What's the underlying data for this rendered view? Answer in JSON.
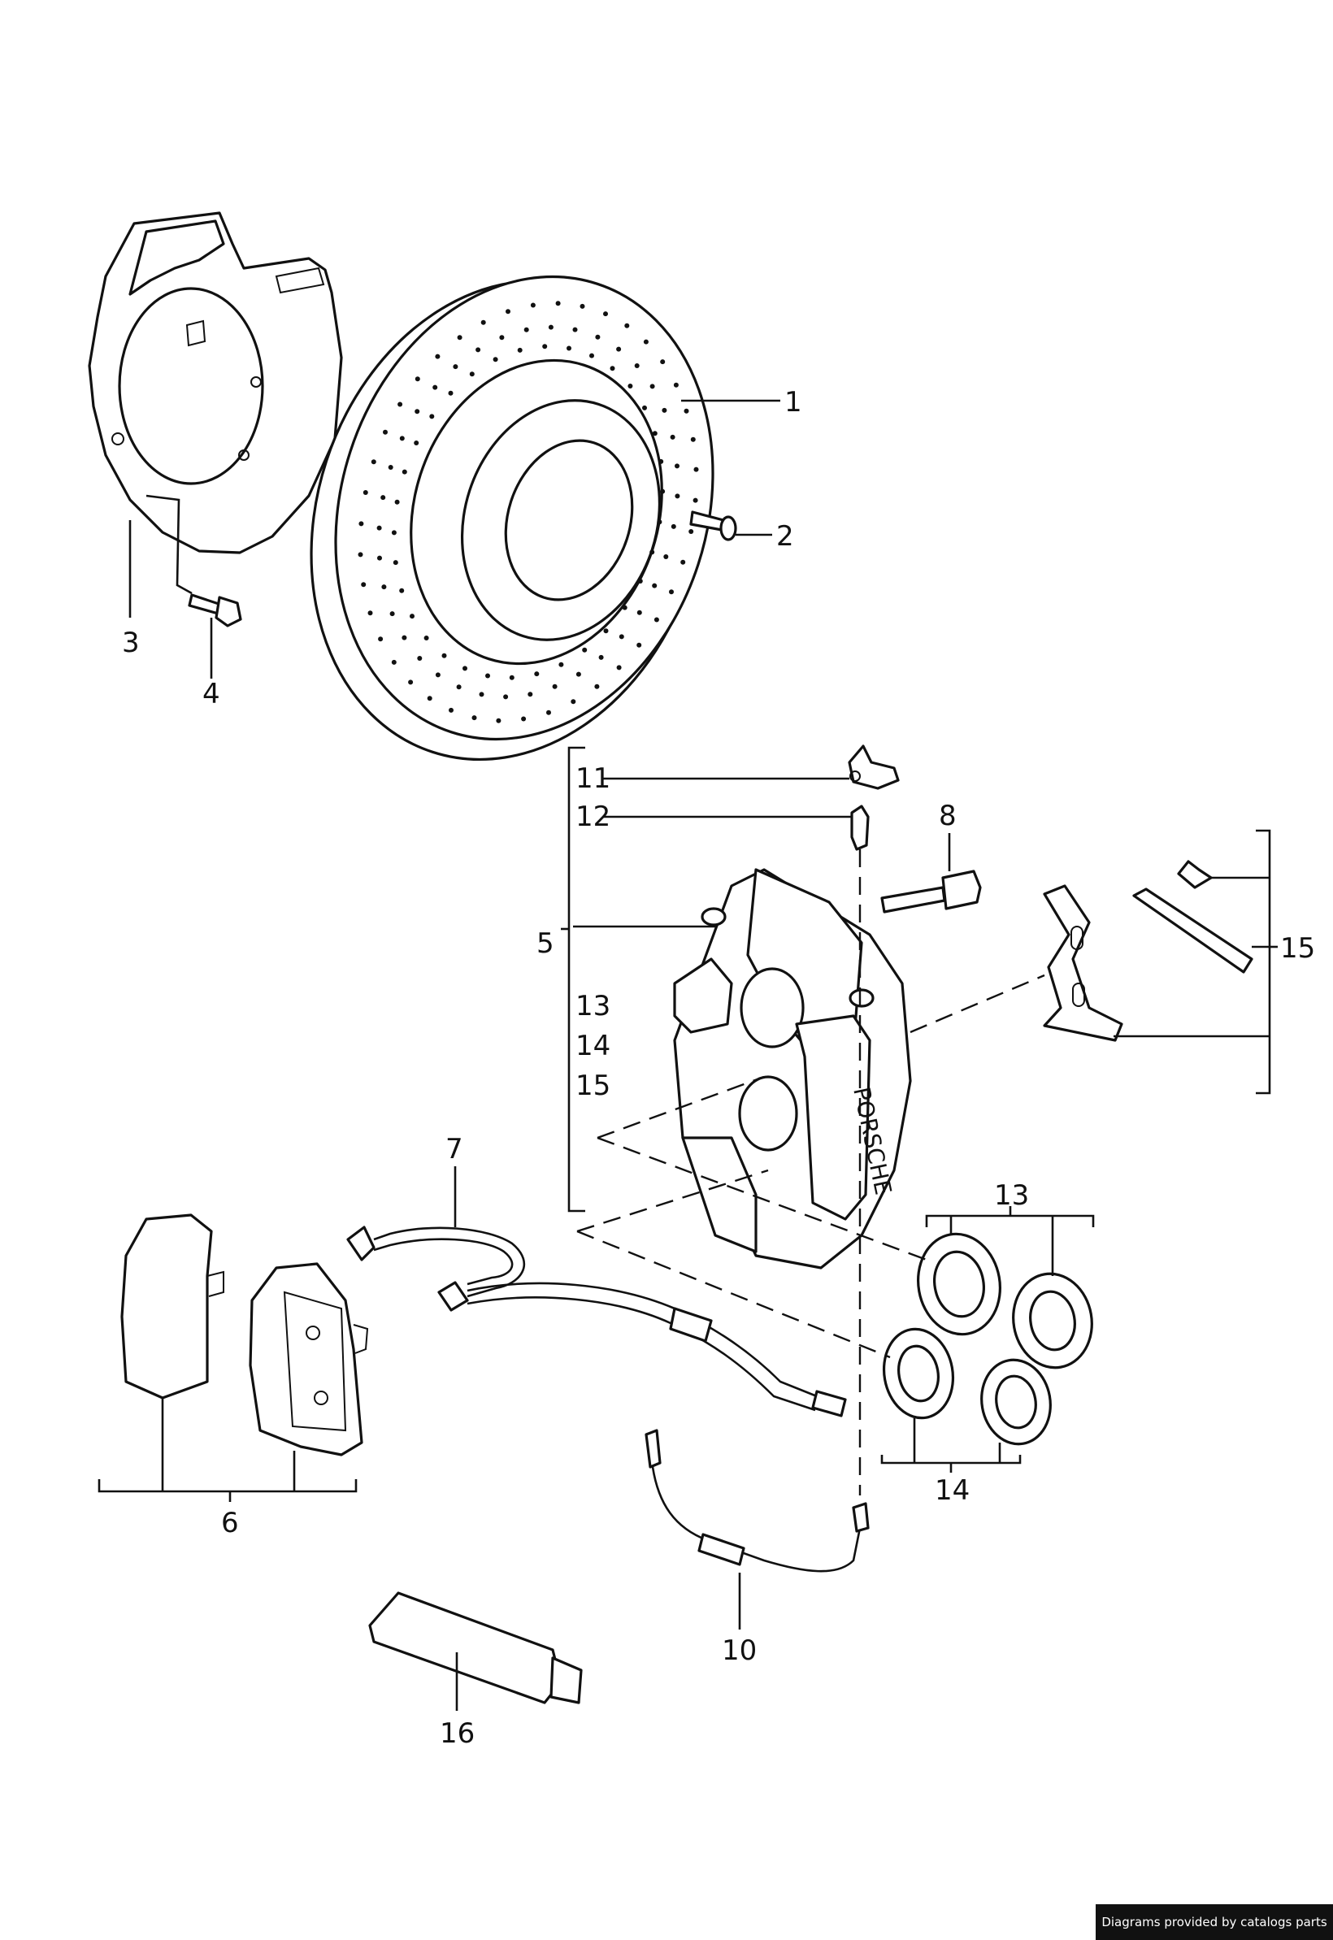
{
  "callouts": {
    "c1": "1",
    "c2": "2",
    "c3": "3",
    "c4": "4",
    "c5": "5",
    "c6": "6",
    "c7": "7",
    "c8": "8",
    "c10": "10",
    "c11": "11",
    "c12": "12",
    "c13a": "13",
    "c14a": "14",
    "c15a": "15",
    "c13b": "13",
    "c14b": "14",
    "c15b": "15",
    "c16": "16"
  },
  "caliper_text": "PORSCHE",
  "credit": "Diagrams provided by catalogs parts",
  "colors": {
    "ink": "#111111",
    "paper": "#ffffff",
    "badge": "#111111"
  }
}
